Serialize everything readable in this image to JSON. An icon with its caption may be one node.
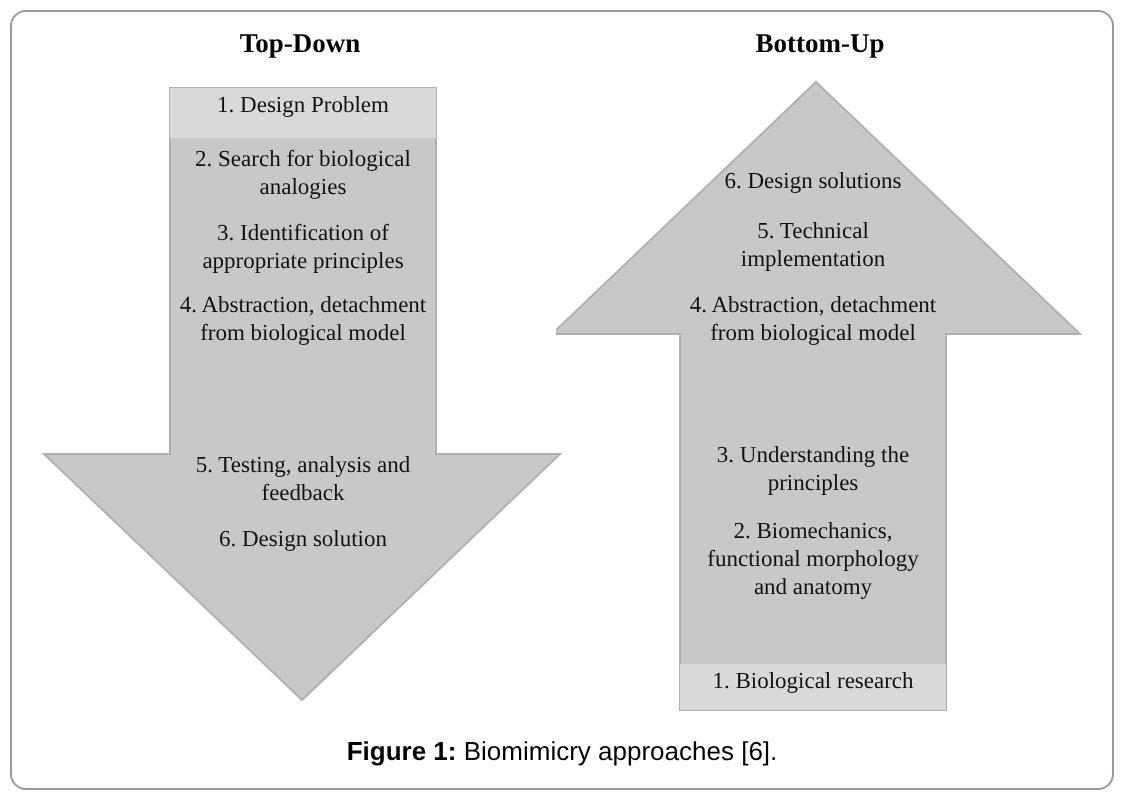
{
  "diagram": {
    "caption": "**Figure 1:** Biomimicry approaches [6].",
    "nodes": [
      {
        "text": [
          "Top-Down"
        ]
      },
      {
        "text": [
          "1. Design Problem"
        ],
        "in": 0
      },
      {
        "text": [
          "2. Search for biological analogies"
        ],
        "in": 0
      },
      {
        "text": [
          "3. Identification of appropriate principles"
        ],
        "in": 0
      },
      {
        "text": [
          "4. Abstraction, detachment from biological model"
        ],
        "in": 0
      },
      {
        "text": [
          "5. Testing, analysis and feedback"
        ],
        "in": 0
      },
      {
        "text": [
          "6. Design solution"
        ],
        "in": 0
      },
      {
        "text": [
          "Bottom-Up"
        ]
      },
      {
        "text": [
          "6. Design solutions"
        ],
        "in": 7
      },
      {
        "text": [
          "5. Technical implementation"
        ],
        "in": 7
      },
      {
        "text": [
          "4.  Abstraction, detachment from biological model"
        ],
        "in": 7
      },
      {
        "text": [
          "3. Understanding the principles"
        ],
        "in": 7
      },
      {
        "text": [
          "2. Biomechanics, functional morphology and anatomy"
        ],
        "in": 7
      },
      {
        "text": [
          "1. Biological research"
        ],
        "in": 7
      }
    ],
    "edges": []
  }
}
